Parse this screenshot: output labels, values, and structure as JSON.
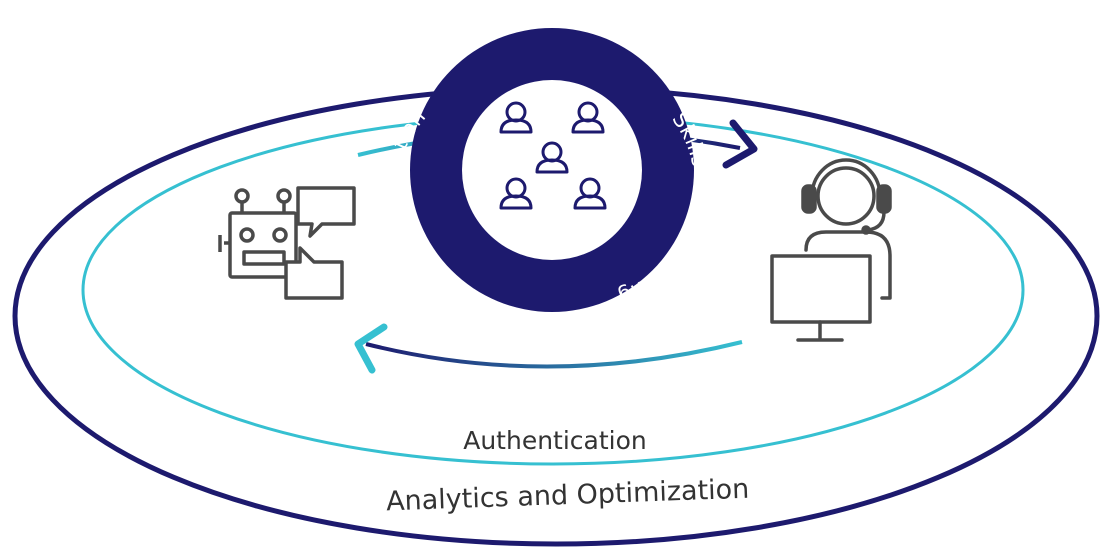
{
  "colors": {
    "navy": "#1d1a6e",
    "teal": "#36c0d1",
    "icon_gray": "#4a4a4a",
    "white": "#ffffff",
    "text_dark": "#333333"
  },
  "center_hub": {
    "icon": "people-group-icon",
    "ring_labels": {
      "top": "Fraud Prevention",
      "right": "Skills-Based Routing",
      "left": "Customer Prioritization"
    }
  },
  "left_node": {
    "icon": "chatbot-icon"
  },
  "right_node": {
    "icon": "agent-headset-computer-icon"
  },
  "inner_ring_label": "Authentication",
  "outer_ring_label": "Analytics and Optimization"
}
